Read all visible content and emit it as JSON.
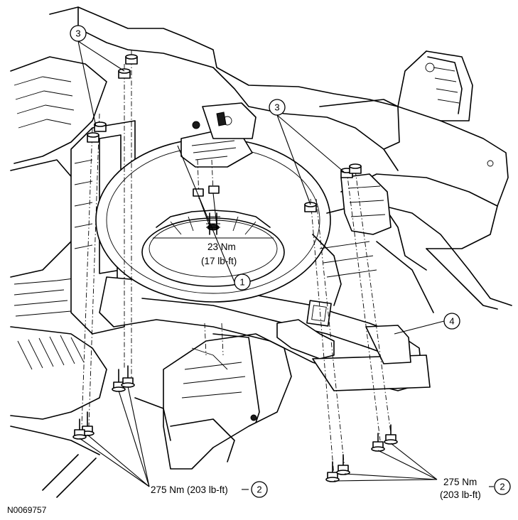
{
  "figure_id": "N0069757",
  "callouts": {
    "c1": "1",
    "c2_left": "2",
    "c2_right": "2",
    "c3_left": "3",
    "c3_right": "3",
    "c4": "4"
  },
  "torque_labels": {
    "spare_tire_nm": "23 Nm",
    "spare_tire_lbft": "(17 lb-ft)",
    "left_bolts": "275 Nm (203 lb-ft)",
    "right_bolts_nm": "275 Nm",
    "right_bolts_lbft": "(203 lb-ft)"
  },
  "colors": {
    "line": "#000000",
    "background": "#ffffff"
  }
}
